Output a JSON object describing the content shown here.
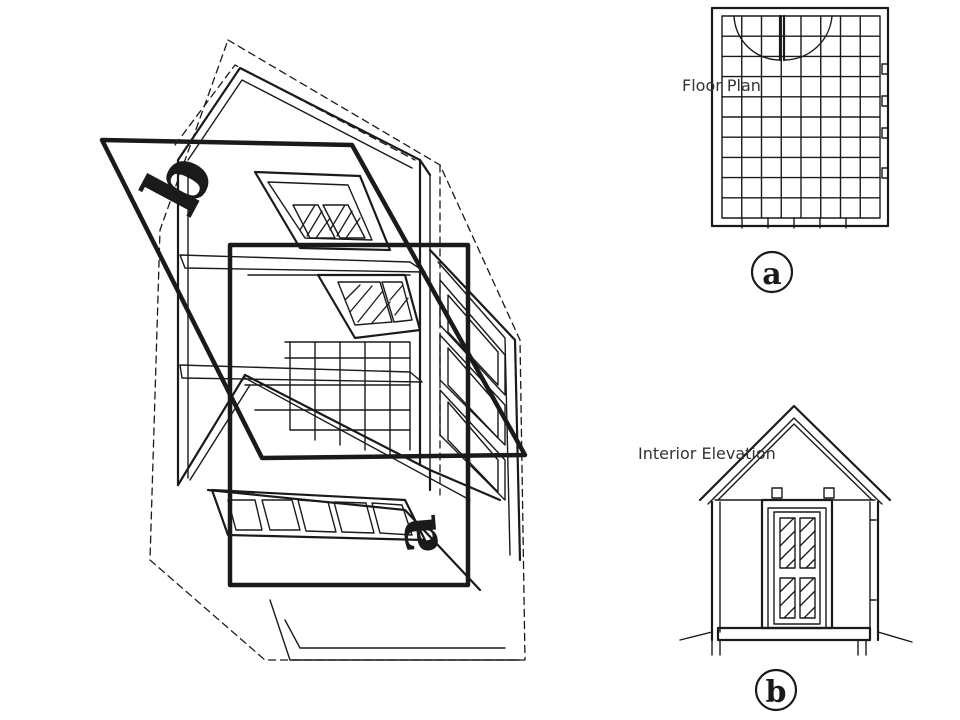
{
  "labels": {
    "floor_plan": "Floor Plan",
    "interior_elevation": "Interior Elevation"
  },
  "markers": {
    "plan_a": "a",
    "plane_a": "a",
    "plane_b": "b",
    "elev_b": "b"
  },
  "colors": {
    "ink": "#1a1a1a",
    "label_text": "#333333",
    "background": "#ffffff"
  }
}
